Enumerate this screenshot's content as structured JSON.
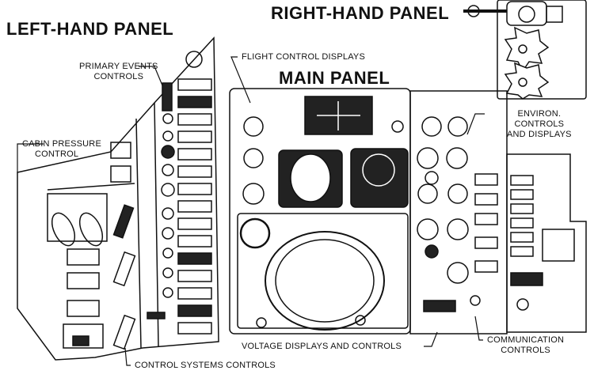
{
  "titles": {
    "left_panel": "LEFT-HAND PANEL",
    "right_panel": "RIGHT-HAND PANEL",
    "main_panel": "MAIN PANEL"
  },
  "callouts": {
    "primary_events": [
      "PRIMARY EVENTS",
      "CONTROLS"
    ],
    "flight_control": "FLIGHT CONTROL DISPLAYS",
    "cabin_pressure": [
      "CABIN PRESSURE",
      "CONTROL"
    ],
    "environ": [
      "ENVIRON.",
      "CONTROLS",
      "AND DISPLAYS"
    ],
    "voltage": "VOLTAGE DISPLAYS AND CONTROLS",
    "communication": [
      "COMMUNICATION",
      "CONTROLS"
    ],
    "control_systems": "CONTROL SYSTEMS CONTROLS"
  }
}
